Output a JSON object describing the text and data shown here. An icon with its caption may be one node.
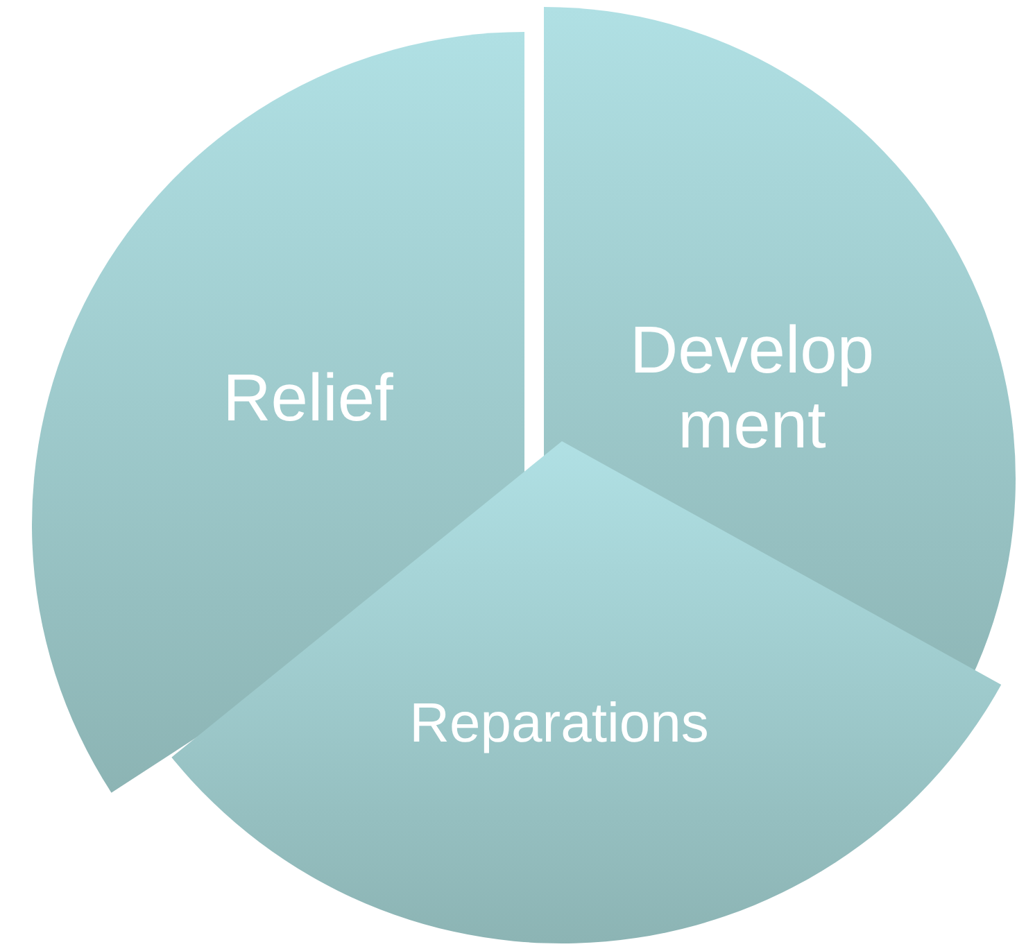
{
  "diagram": {
    "nodes": [
      {
        "text": [
          "Relief"
        ]
      },
      {
        "text": [
          "Develop ment"
        ]
      },
      {
        "text": [
          "Reparations"
        ]
      }
    ]
  }
}
